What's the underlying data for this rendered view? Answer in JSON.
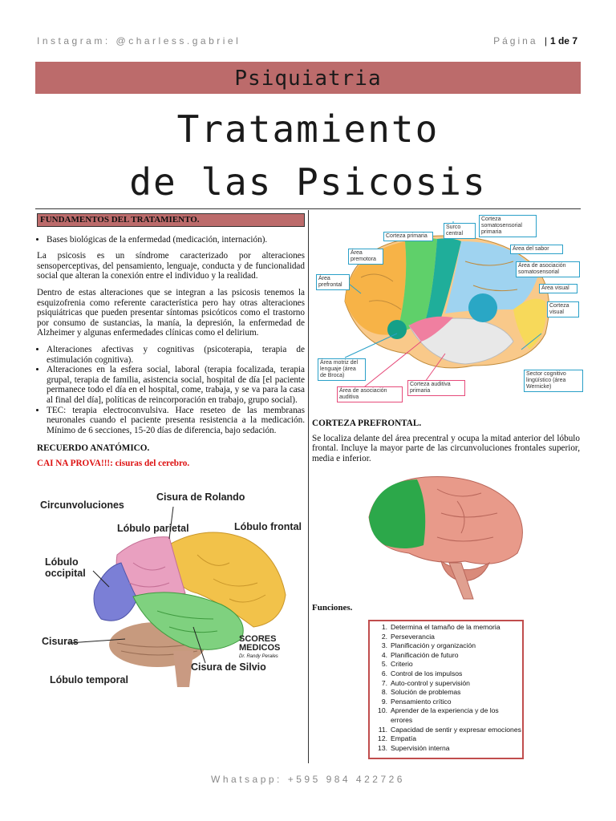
{
  "header": {
    "instagram": "Instagram: @charless.gabriel",
    "page_word": "Página",
    "page_num": "1 de 7"
  },
  "topic": "Psiquiatria",
  "title": {
    "line1": "Tratamiento",
    "line2": "de las Psicosis"
  },
  "left": {
    "section_head": "FUNDAMENTOS DEL TRATAMIENTO.",
    "bullet1": "Bases biológicas de la enfermedad (medicación, internación).",
    "para1": "La psicosis es un síndrome caracterizado por alteraciones sensoperceptivas, del pensamiento, lenguaje, conducta y de funcionalidad social que alteran la conexión entre el individuo y la realidad.",
    "para2": "Dentro de estas alteraciones que se integran a las psicosis tenemos la esquizofrenia como referente característica pero hay otras alteraciones psiquiátricas que pueden presentar síntomas psicóticos como el trastorno por consumo de sustancias, la manía, la depresión, la enfermedad de Alzheimer y algunas enfermedades clínicas como el delirium.",
    "bullets": [
      "Alteraciones afectivas y cognitivas (psicoterapia, terapia de estimulación cognitiva).",
      "Alteraciones en la esfera social, laboral (terapia focalizada, terapia grupal, terapia de familia, asistencia social, hospital de día [el paciente permanece todo el día en el hospital, come, trabaja, y se va para la casa al final del día], políticas de reincorporación en trabajo, grupo social).",
      "TEC: terapia electroconvulsiva. Hace reseteo de las membranas neuronales cuando el paciente presenta resistencia a la medicación. Mínimo de 6 secciones, 15-20 días de diferencia, bajo sedación."
    ],
    "recuerdo": "RECUERDO ANATÓMICO.",
    "cai": "CAI NA PROVA!!!: cisuras del cerebro.",
    "brain_labels": {
      "circunvoluciones": "Circunvoluciones",
      "rolando": "Cisura de Rolando",
      "parietal": "Lóbulo parietal",
      "frontal": "Lóbulo frontal",
      "occipital": "Lóbulo occipital",
      "cisuras": "Cisuras",
      "silvio": "Cisura de Silvio",
      "temporal": "Lóbulo temporal",
      "logo": "SCORES MEDICOS",
      "logo_sub": "Dr. Randy Perales"
    }
  },
  "right": {
    "map_labels": {
      "surco_central": "Surco central",
      "corteza_somato": "Corteza somatosensorial primaria",
      "corteza_primaria": "Corteza primaria",
      "area_premotora": "Área premotora",
      "area_sabor": "Área del sabor",
      "area_prefrontal": "Área prefrontal",
      "asoc_somato": "Área de asociación somatosensorial",
      "area_visual": "Área visual",
      "corteza_visual": "Corteza visual",
      "area_lenguaje": "Área motriz del lenguaje (área de Broca)",
      "sector_linguistico": "Sector cognitivo lingüístico (área Wernicke)",
      "asoc_auditiva": "Área de asociación auditiva",
      "corteza_auditiva": "Corteza auditiva primaria"
    },
    "section_head": "CORTEZA PREFRONTAL.",
    "para": "Se localiza delante del área precentral y ocupa la mitad anterior del lóbulo frontal. Incluye la mayor parte de las circunvoluciones frontales superior, media e inferior.",
    "funciones": "Funciones.",
    "functions": [
      "Determina el tamaño de la memoria",
      "Perseverancia",
      "Planificación y organización",
      "Planificación de futuro",
      "Criterio",
      "Control de los impulsos",
      "Auto-control y supervisión",
      "Solución de problemas",
      "Pensamiento crítico",
      "Aprender de la experiencia y de los errores",
      "Capacidad de sentir y expresar emociones",
      "Empatía",
      "Supervisión interna"
    ]
  },
  "footer": "Whatsapp: +595 984 422726",
  "colors": {
    "band": "#bc6b6b",
    "box_border": "#c04d4d",
    "prefrontal_green": "#2ca84a"
  }
}
